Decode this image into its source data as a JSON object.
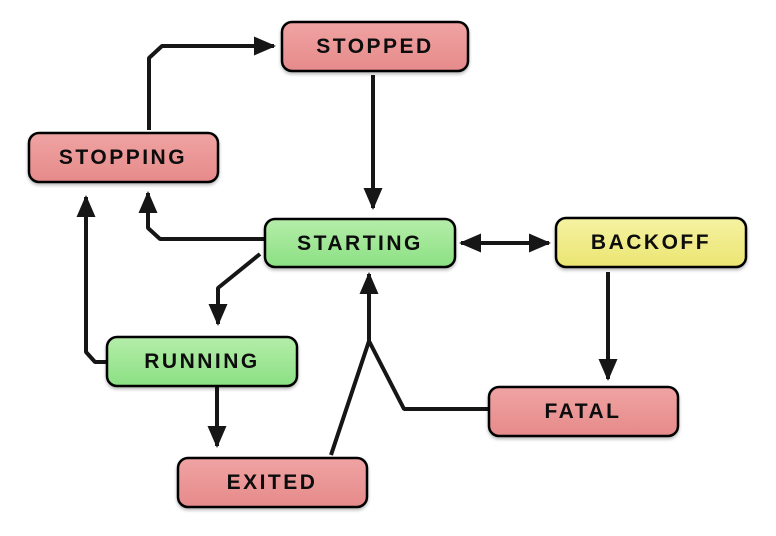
{
  "diagram": {
    "background": "#ffffff",
    "line_color": "#161616",
    "text_color": "#0d0d0d",
    "colors": {
      "red_top": "#f0a3a3",
      "red_bottom": "#e68a8a",
      "green_top": "#b5eda9",
      "green_bottom": "#8be083",
      "yellow_top": "#f5f2a2",
      "yellow_bottom": "#ebe571",
      "border": "#000000"
    },
    "nodes": {
      "stopped": {
        "label": "STOPPED",
        "color": "red"
      },
      "stopping": {
        "label": "STOPPING",
        "color": "red"
      },
      "starting": {
        "label": "STARTING",
        "color": "green"
      },
      "backoff": {
        "label": "BACKOFF",
        "color": "yellow"
      },
      "running": {
        "label": "RUNNING",
        "color": "green"
      },
      "fatal": {
        "label": "FATAL",
        "color": "red"
      },
      "exited": {
        "label": "EXITED",
        "color": "red"
      }
    },
    "edges": [
      {
        "from": "stopping",
        "to": "stopped",
        "bidirectional": false
      },
      {
        "from": "stopped",
        "to": "starting",
        "bidirectional": false
      },
      {
        "from": "starting",
        "to": "backoff",
        "bidirectional": true
      },
      {
        "from": "backoff",
        "to": "fatal",
        "bidirectional": false
      },
      {
        "from": "starting",
        "to": "stopping",
        "bidirectional": false
      },
      {
        "from": "running",
        "to": "stopping",
        "bidirectional": false
      },
      {
        "from": "starting",
        "to": "running",
        "bidirectional": false
      },
      {
        "from": "running",
        "to": "exited",
        "bidirectional": false
      },
      {
        "from": "exited",
        "to": "starting",
        "bidirectional": false
      },
      {
        "from": "fatal",
        "to": "starting",
        "bidirectional": false
      }
    ]
  }
}
